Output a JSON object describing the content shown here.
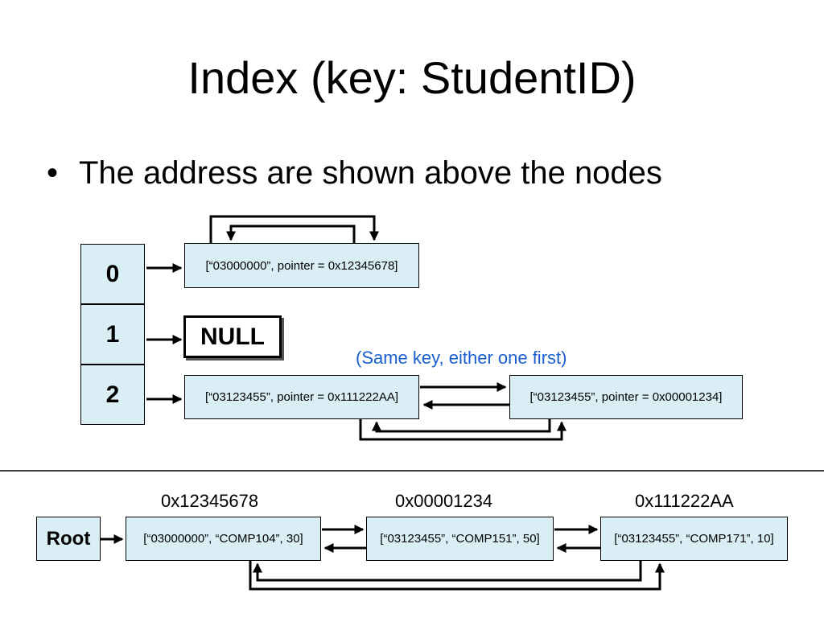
{
  "title": "Index (key: StudentID)",
  "bullet": {
    "marker": "•",
    "text": "The address are shown above the nodes"
  },
  "index": {
    "cells": [
      "0",
      "1",
      "2"
    ],
    "null_label": "NULL",
    "nodes": [
      "[“03000000”, pointer = 0x12345678]",
      "[“03123455”, pointer = 0x111222AA]",
      "[“03123455”, pointer = 0x00001234]"
    ],
    "note": "(Same key, either one first)"
  },
  "list": {
    "root_label": "Root",
    "addresses": [
      "0x12345678",
      "0x00001234",
      "0x111222AA"
    ],
    "nodes": [
      "[“03000000”, “COMP104”, 30]",
      "[“03123455”, “COMP151”, 50]",
      "[“03123455”, “COMP171”, 10]"
    ]
  }
}
